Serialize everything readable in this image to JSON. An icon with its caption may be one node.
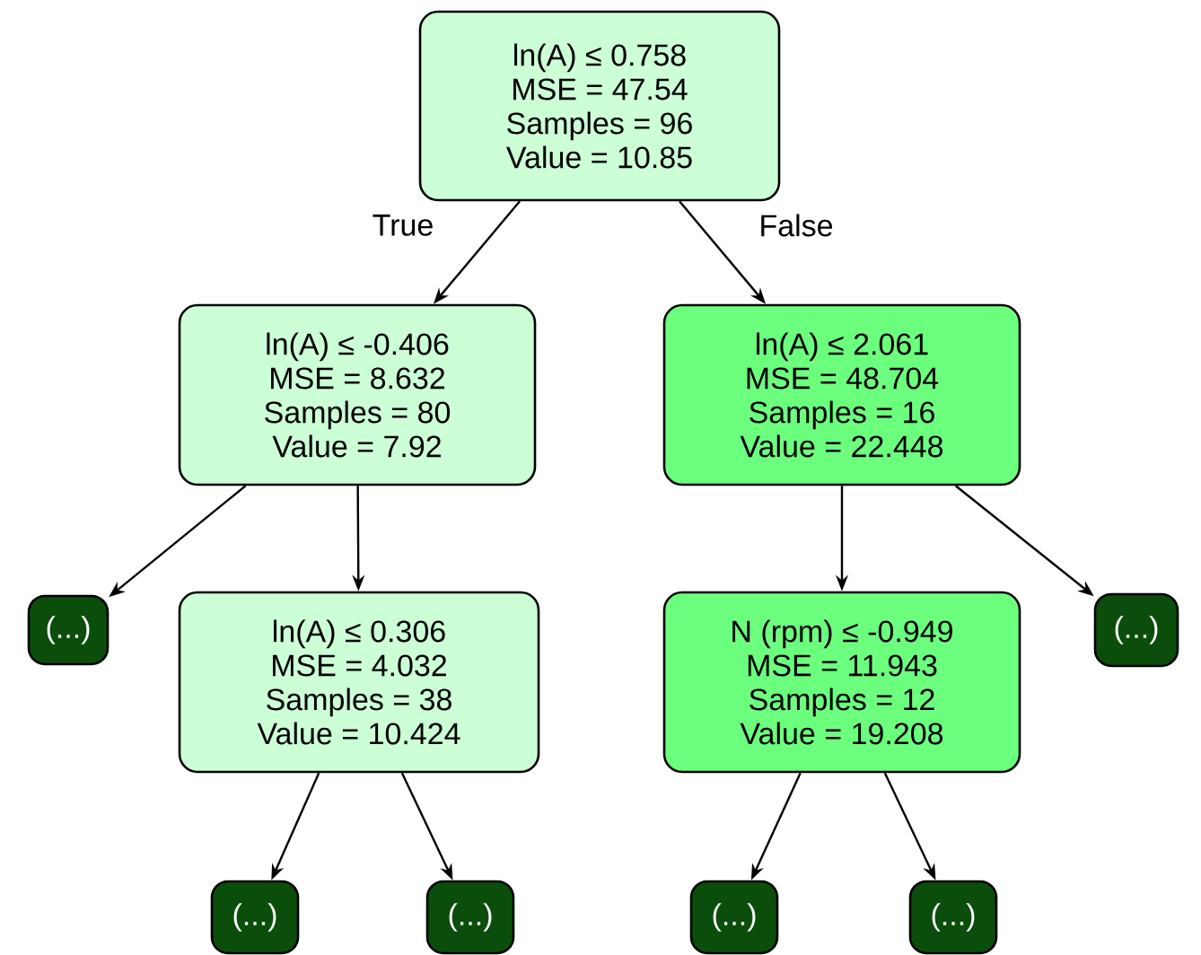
{
  "diagram": {
    "nodes": [
      {
        "text": [
          "ln(A) ≤ 0.758",
          "MSE = 47.54",
          "Samples = 96",
          "Value = 10.85"
        ]
      },
      {
        "text": [
          "ln(A) ≤ -0.406",
          "MSE = 8.632",
          "Samples = 80",
          "Value = 7.92"
        ]
      },
      {
        "text": [
          "ln(A) ≤ 2.061",
          "MSE = 48.704",
          "Samples = 16",
          "Value = 22.448"
        ]
      },
      {
        "text": [
          "(...)"
        ]
      },
      {
        "text": [
          "ln(A) ≤ 0.306",
          "MSE = 4.032",
          "Samples = 38",
          "Value = 10.424"
        ]
      },
      {
        "text": [
          "N (rpm) ≤ -0.949",
          "MSE = 11.943",
          "Samples = 12",
          "Value = 19.208"
        ]
      },
      {
        "text": [
          "(...)"
        ]
      },
      {
        "text": [
          "(...)"
        ]
      },
      {
        "text": [
          "(...)"
        ]
      },
      {
        "text": [
          "(...)"
        ]
      },
      {
        "text": [
          "(...)"
        ]
      }
    ],
    "edges": [
      {
        "from": 0,
        "to": 1,
        "arrow": "to",
        "label": "True"
      },
      {
        "from": 0,
        "to": 2,
        "arrow": "to",
        "label": "False"
      },
      {
        "from": 1,
        "to": 3,
        "arrow": "to"
      },
      {
        "from": 1,
        "to": 4,
        "arrow": "to"
      },
      {
        "from": 2,
        "to": 5,
        "arrow": "to"
      },
      {
        "from": 2,
        "to": 6,
        "arrow": "to"
      },
      {
        "from": 4,
        "to": 7,
        "arrow": "to"
      },
      {
        "from": 4,
        "to": 8,
        "arrow": "to"
      },
      {
        "from": 5,
        "to": 9,
        "arrow": "to"
      },
      {
        "from": 5,
        "to": 10,
        "arrow": "to"
      }
    ]
  }
}
